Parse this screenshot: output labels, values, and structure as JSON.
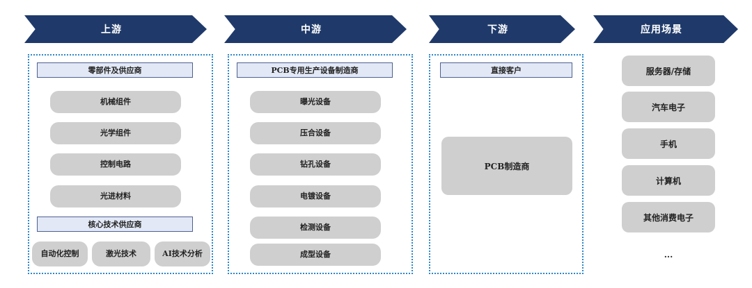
{
  "stages": [
    {
      "label": "上游"
    },
    {
      "label": "中游"
    },
    {
      "label": "下游"
    },
    {
      "label": "应用场景"
    }
  ],
  "upstream": {
    "header": "零部件及供应商",
    "items": [
      "机械组件",
      "光学组件",
      "控制电路",
      "光进材料"
    ],
    "core_header": "核心技术供应商",
    "core_items": [
      "自动化控制",
      "激光技术",
      "AI技术分析"
    ]
  },
  "midstream": {
    "header": "PCB专用生产设备制造商",
    "items": [
      "曝光设备",
      "压合设备",
      "钻孔设备",
      "电镀设备",
      "检测设备",
      "成型设备"
    ]
  },
  "downstream": {
    "header": "直接客户",
    "box": "PCB制造商"
  },
  "applications": {
    "items": [
      "服务器/存储",
      "汽车电子",
      "手机",
      "计算机",
      "其他消费电子"
    ],
    "more": "..."
  },
  "colors": {
    "chevron": "#1f3a6a",
    "dotted_border": "#2a86c9",
    "header_fill": "#e2e8f5",
    "pill_fill": "#cfcfcf"
  }
}
